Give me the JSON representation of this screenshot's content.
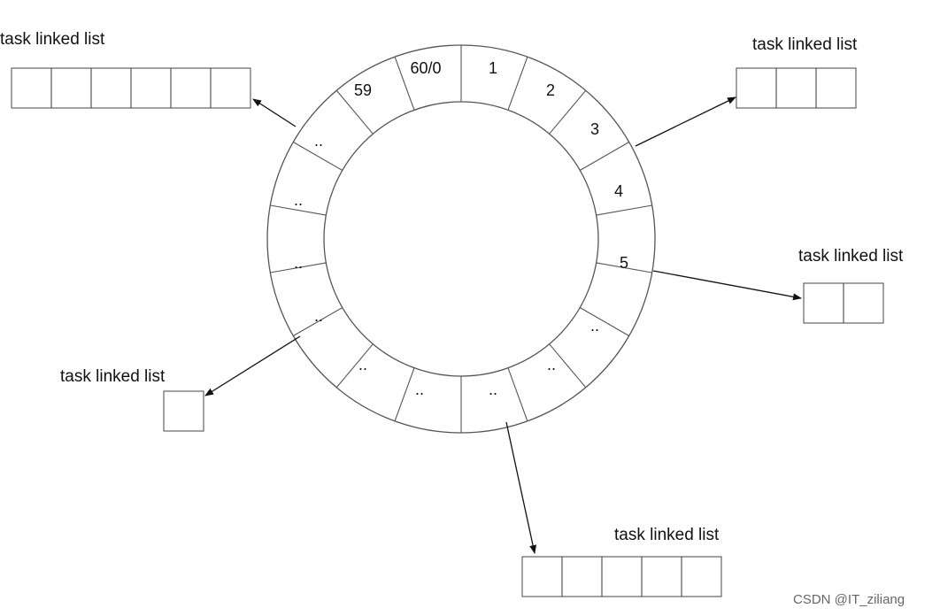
{
  "wheel": {
    "slot_labels": [
      "60/0",
      "1",
      "2",
      "3",
      "4",
      "5",
      "..",
      "..",
      "..",
      "..",
      "..",
      "..",
      "..",
      "..",
      "..",
      "..",
      "..",
      "59"
    ]
  },
  "task_lists": [
    {
      "id": "top-left",
      "label": "task linked list",
      "node_count": 6
    },
    {
      "id": "top-right",
      "label": "task linked list",
      "node_count": 3
    },
    {
      "id": "right",
      "label": "task linked list",
      "node_count": 2
    },
    {
      "id": "bottom-left",
      "label": "task linked list",
      "node_count": 1
    },
    {
      "id": "bottom",
      "label": "task linked list",
      "node_count": 5
    }
  ],
  "watermark": "CSDN @IT_ziliang",
  "colors": {
    "stroke": "#555555",
    "text": "#111111",
    "background": "#ffffff"
  }
}
